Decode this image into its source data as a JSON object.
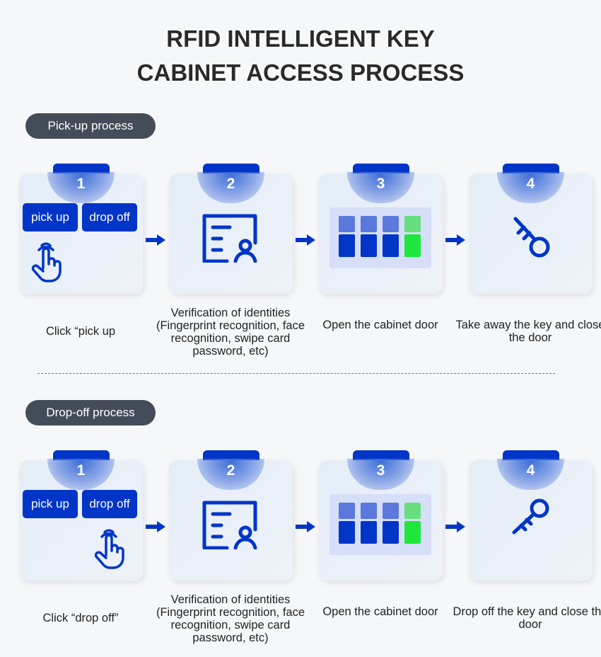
{
  "title": {
    "line1": "RFID INTELLIGENT KEY",
    "line2": "CABINET ACCESS PROCESS"
  },
  "colors": {
    "accent": "#0035c8",
    "light_blue": "#5b78dc",
    "green": "#1ee63a",
    "light_green": "#66e07e",
    "pill": "#434c58"
  },
  "sections": [
    {
      "label": "Pick-up process",
      "active_button": "pick up",
      "steps": [
        {
          "number": "1",
          "caption": "Click “pick up",
          "icon": "hand-pointer-icon"
        },
        {
          "number": "2",
          "caption": "Verification of identities (Fingerprint recognition, face recognition, swipe card password, etc)",
          "icon": "id-document-icon"
        },
        {
          "number": "3",
          "caption": "Open the cabinet door",
          "icon": "cabinet-icon"
        },
        {
          "number": "4",
          "caption": "Take away the key and close the door",
          "icon": "key-icon"
        }
      ]
    },
    {
      "label": "Drop-off process",
      "active_button": "drop off",
      "steps": [
        {
          "number": "1",
          "caption": "Click “drop off”",
          "icon": "hand-pointer-icon"
        },
        {
          "number": "2",
          "caption": "Verification of identities (Fingerprint recognition, face recognition, swipe card password, etc)",
          "icon": "id-document-icon"
        },
        {
          "number": "3",
          "caption": "Open the cabinet door",
          "icon": "cabinet-icon"
        },
        {
          "number": "4",
          "caption": "Drop off the key and close the door",
          "icon": "key-icon"
        }
      ]
    }
  ],
  "buttons": {
    "pick_up": "pick up",
    "drop_off": "drop off"
  }
}
